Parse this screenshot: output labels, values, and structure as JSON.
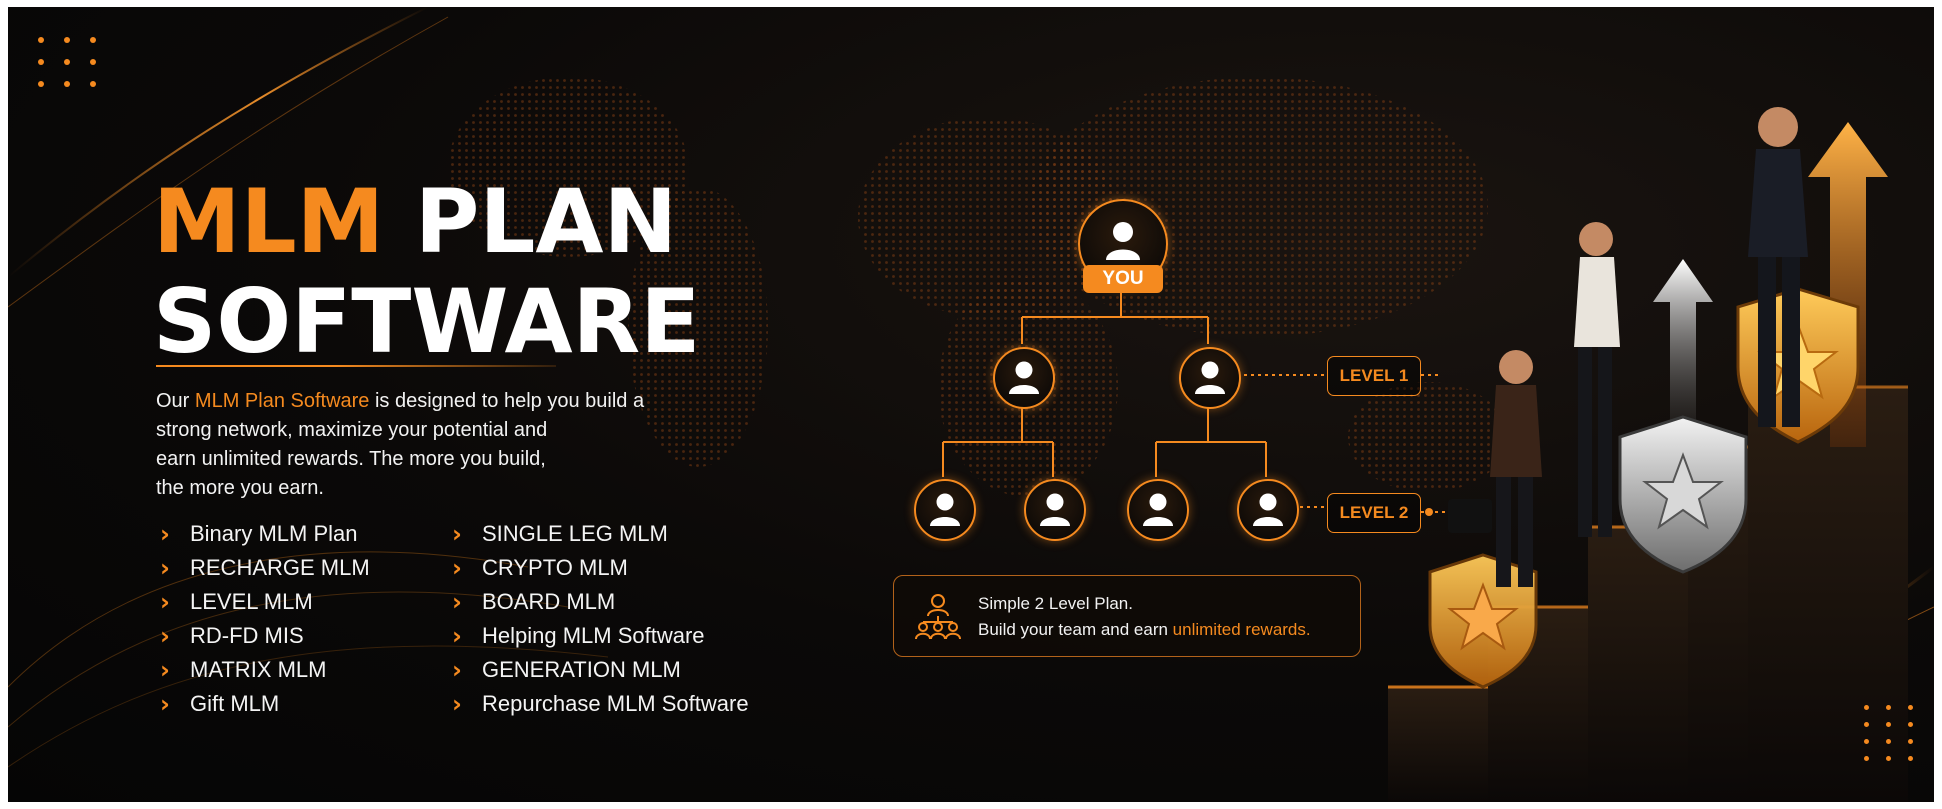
{
  "title": {
    "accent": "MLM",
    "line1_rest": "PLAN",
    "line2": "SOFTWARE"
  },
  "description": {
    "prefix": "Our ",
    "highlight": "MLM Plan Software",
    "line1_rest": " is designed to help you build a",
    "line2": "strong network, maximize your potential and",
    "line3": "earn unlimited rewards. The more you build,",
    "line4": "the more you earn."
  },
  "plans_left": [
    "Binary MLM Plan",
    "RECHARGE MLM",
    "LEVEL MLM",
    "RD-FD MIS",
    "MATRIX MLM",
    "Gift MLM"
  ],
  "plans_right": [
    "SINGLE LEG MLM",
    "CRYPTO MLM",
    "BOARD MLM",
    "Helping MLM Software",
    "GENERATION MLM",
    "Repurchase MLM Software"
  ],
  "bullet_icon": "chevron-right-icon",
  "tree": {
    "root_label": "YOU",
    "level1_label": "LEVEL 1",
    "level2_label": "LEVEL 2",
    "node_icon": "user-icon"
  },
  "info": {
    "line1": "Simple 2 Level Plan.",
    "line2_prefix": "Build your team and earn ",
    "line2_highlight": "unlimited rewards.",
    "icon": "team-icon"
  },
  "colors": {
    "accent": "#f58a1f",
    "background": "#0b0908",
    "text": "#ffffff"
  }
}
